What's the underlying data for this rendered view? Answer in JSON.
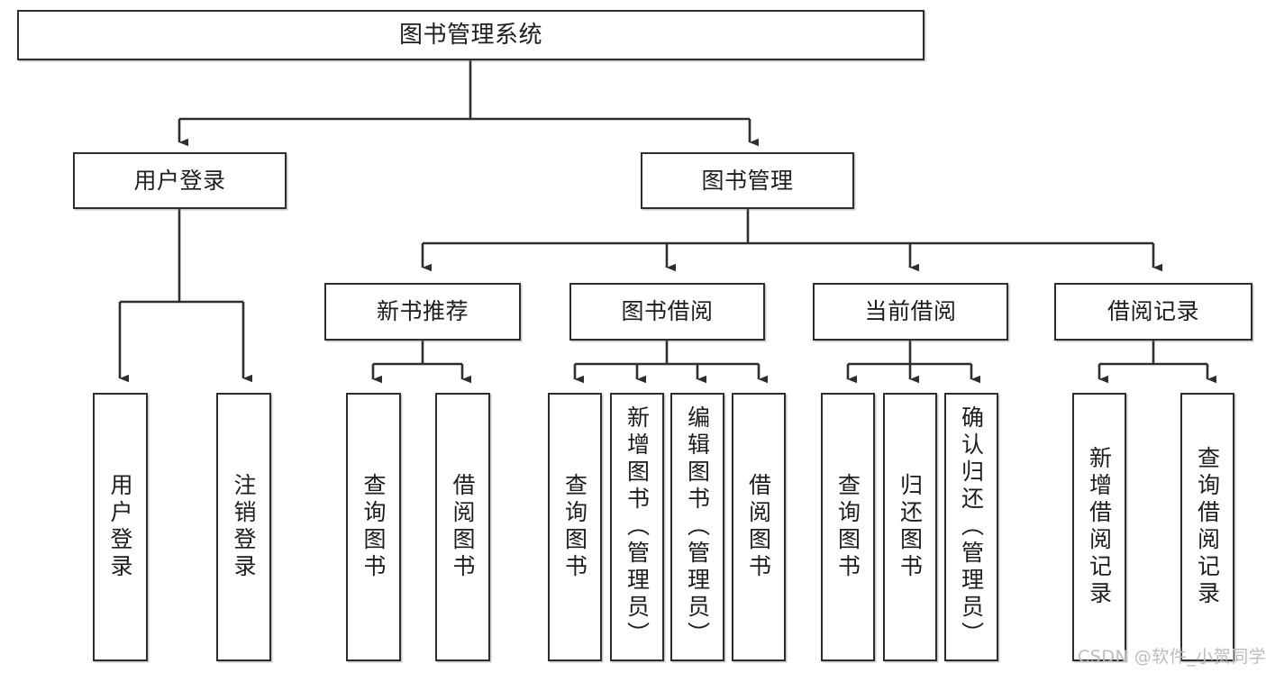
{
  "diagram": {
    "title": "图书管理系统",
    "type": "hierarchy-tree",
    "watermark": "CSDN @软件_小贺同学",
    "colors": {
      "stroke": "#2e2e2e",
      "fill": "#ffffff",
      "text": "#1d1d1d",
      "watermark": "#bcbcbc"
    },
    "levels": {
      "root": {
        "label": "图书管理系统"
      },
      "level2": [
        {
          "label": "用户登录"
        },
        {
          "label": "图书管理"
        }
      ],
      "level3": [
        {
          "label": "新书推荐"
        },
        {
          "label": "图书借阅"
        },
        {
          "label": "当前借阅"
        },
        {
          "label": "借阅记录"
        }
      ],
      "leaves": [
        {
          "label": "用户登录",
          "parent": "用户登录"
        },
        {
          "label": "注销登录",
          "parent": "用户登录"
        },
        {
          "label": "查询图书",
          "parent": "新书推荐"
        },
        {
          "label": "借阅图书",
          "parent": "新书推荐"
        },
        {
          "label": "查询图书",
          "parent": "图书借阅"
        },
        {
          "label": "新增图书（管理员）",
          "parent": "图书借阅"
        },
        {
          "label": "编辑图书（管理员）",
          "parent": "图书借阅"
        },
        {
          "label": "借阅图书",
          "parent": "图书借阅"
        },
        {
          "label": "查询图书",
          "parent": "当前借阅"
        },
        {
          "label": "归还图书",
          "parent": "当前借阅"
        },
        {
          "label": "确认归还（管理员）",
          "parent": "当前借阅"
        },
        {
          "label": "新增借阅记录",
          "parent": "借阅记录"
        },
        {
          "label": "查询借阅记录",
          "parent": "借阅记录"
        }
      ]
    }
  }
}
